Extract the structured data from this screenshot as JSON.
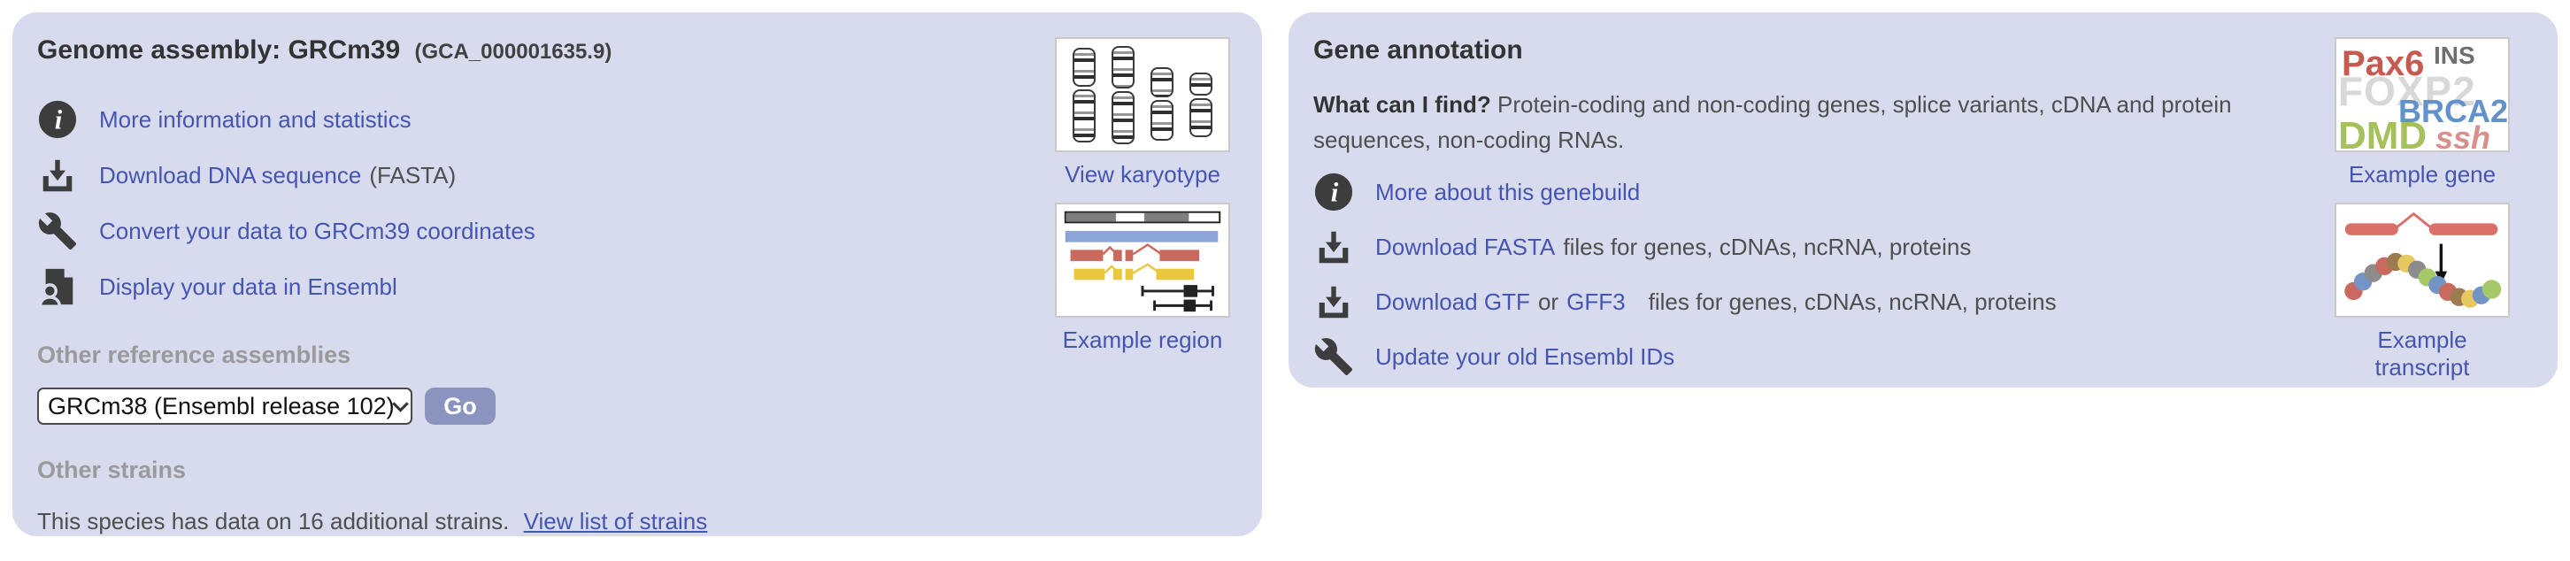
{
  "colors": {
    "panel_bg": "#d8daee",
    "link": "#4456b2",
    "heading": "#333333",
    "muted": "#9a9a9a",
    "body_text": "#4f4f4f",
    "icon": "#3d3d3d",
    "go_bg": "#8b94bf",
    "go_text": "#ffffff",
    "thumb_border": "#c9c9c9"
  },
  "assembly_panel": {
    "title": "Genome assembly: GRCm39",
    "accession": "(GCA_000001635.9)",
    "rows": {
      "info": "More information and statistics",
      "download_link": "Download DNA sequence",
      "download_suffix": "(FASTA)",
      "convert": "Convert your data to GRCm39 coordinates",
      "display": "Display your data in Ensembl"
    },
    "other_assemblies_heading": "Other reference assemblies",
    "assembly_select": {
      "value": "GRCm38 (Ensembl release 102)"
    },
    "go_label": "Go",
    "other_strains_heading": "Other strains",
    "strains_sentence": "This species has data on 16 additional strains.",
    "strains_link": "View list of strains",
    "karyotype_caption": "View karyotype",
    "region_caption": "Example region"
  },
  "annotation_panel": {
    "title": "Gene annotation",
    "intro_lead": "What can I find?",
    "intro_body": "Protein-coding and non-coding genes, splice variants, cDNA and protein sequences, non-coding RNAs.",
    "rows": {
      "genebuild": "More about this genebuild",
      "fasta_link": "Download FASTA",
      "fasta_suffix": "files for genes, cDNAs, ncRNA, proteins",
      "gtf_link": "Download GTF",
      "or_text": "or",
      "gff3_link": "GFF3",
      "gtf_suffix": "files for genes, cDNAs, ncRNA, proteins",
      "update_ids": "Update your old Ensembl IDs"
    },
    "gene_caption": "Example gene",
    "transcript_caption": "Example transcript",
    "example_gene_words": {
      "pax6": {
        "text": "Pax6",
        "color": "#c65a50"
      },
      "ins": {
        "text": "INS",
        "color": "#6e6e6e"
      },
      "foxp2": {
        "text": "FOXP2",
        "color": "#d8d8d8"
      },
      "brca2": {
        "text": "BRCA2",
        "color": "#6292cc"
      },
      "dmd": {
        "text": "DMD",
        "color": "#a6c05c"
      },
      "ssh": {
        "text": "ssh",
        "color": "#d98f8a"
      }
    }
  }
}
